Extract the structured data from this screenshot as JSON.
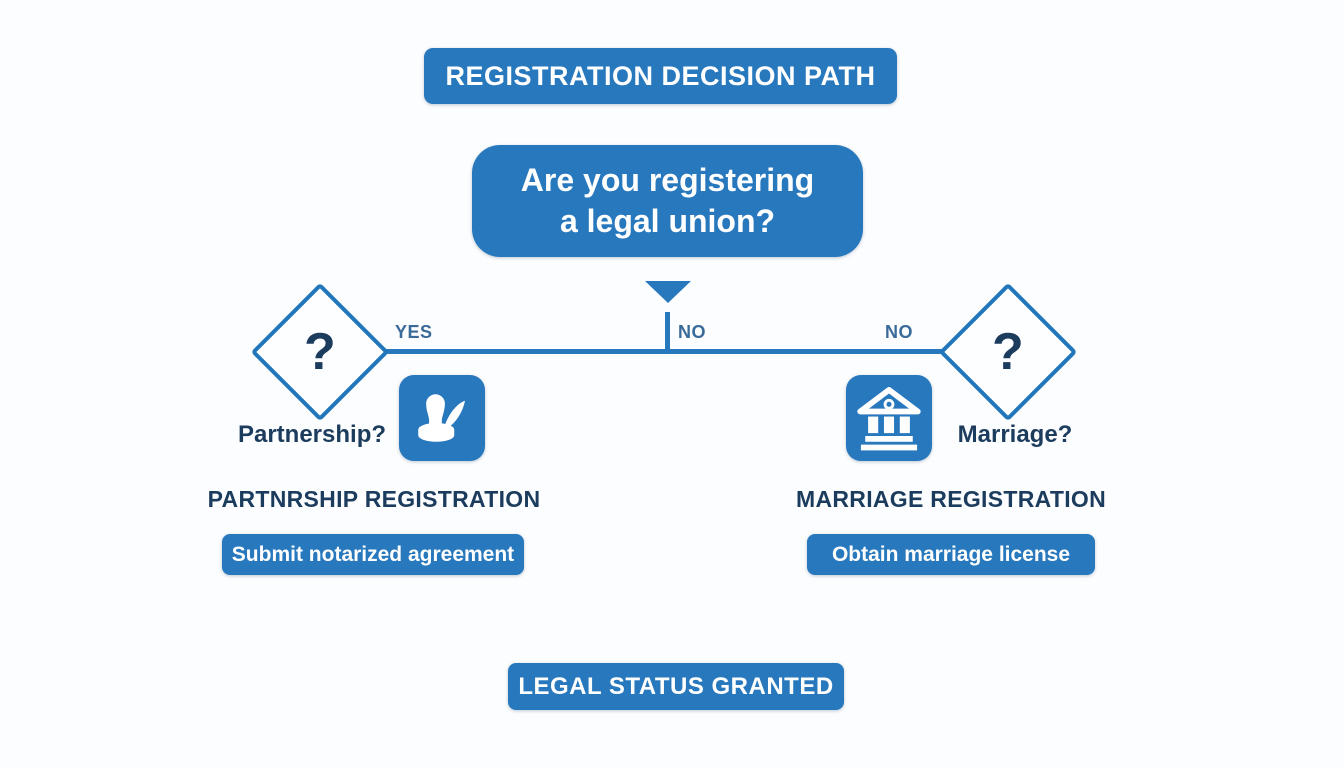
{
  "colors": {
    "primary_blue": "#2878BE",
    "diamond_border": "#2176BC",
    "dark_navy": "#1C3C5E",
    "label_blue": "#3A6A99",
    "background": "#FCFDFE"
  },
  "header": {
    "title": "REGISTRATION DECISION PATH"
  },
  "question": {
    "line1": "Are you registering",
    "line2": "a legal union?"
  },
  "branches": {
    "yes_label": "YES",
    "no_label_center": "NO",
    "no_label_right": "NO"
  },
  "left": {
    "diamond_symbol": "?",
    "caption": "Partnership?",
    "icon": "stamp-quill-icon",
    "title": "PARTNRSHIP REGISTRATION",
    "action": "Submit notarized agreement"
  },
  "right": {
    "diamond_symbol": "?",
    "caption": "Marriage?",
    "icon": "bank-building-icon",
    "title": "MARRIAGE REGISTRATION",
    "action": "Obtain marriage license"
  },
  "footer": {
    "banner": "LEGAL STATUS GRANTED"
  }
}
